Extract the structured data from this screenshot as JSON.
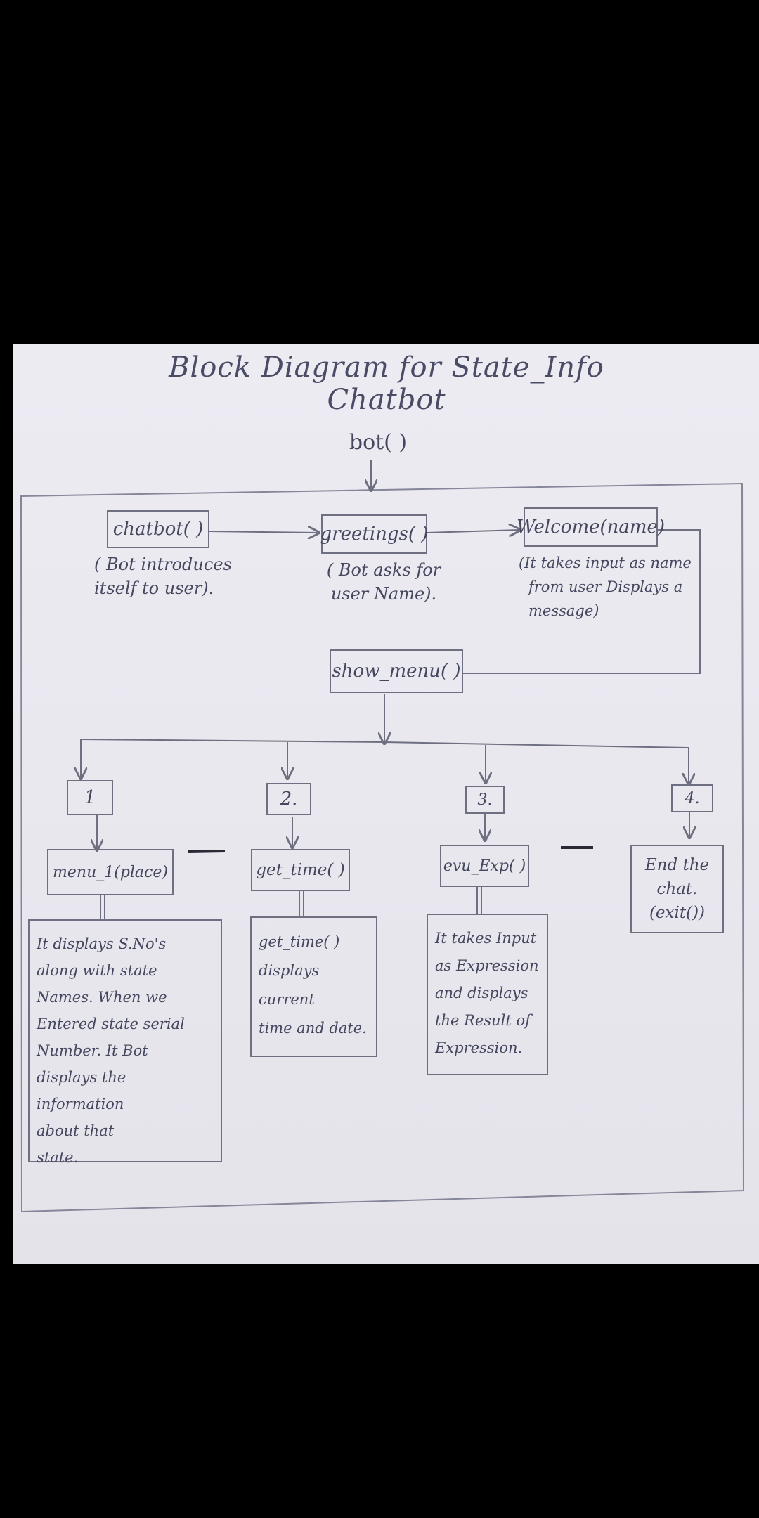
{
  "title": "Block Diagram for State_Info Chatbot",
  "entry": "bot( )",
  "nodes": {
    "chatbot": "chatbot( )",
    "greetings": "greetings( )",
    "welcome": "Welcome(name)",
    "show_menu": "show_menu( )",
    "opt1": "1",
    "opt2": "2.",
    "opt3": "3.",
    "opt4": "4.",
    "menu1": "menu_1(place)",
    "get_time": "get_time( )",
    "evu_exp": "evu_Exp( )",
    "end_chat": [
      "End the",
      "chat.",
      "(exit())"
    ]
  },
  "notes": {
    "chatbot": [
      "( Bot introduces",
      "itself to user)."
    ],
    "greetings": [
      "( Bot asks for",
      "user Name)."
    ],
    "welcome": [
      "(It takes input as name",
      "from user Displays a message)"
    ]
  },
  "descriptions": {
    "menu1": [
      "It displays S.No's",
      "along with state",
      "Names. When we",
      "Entered state serial",
      "Number. It Bot",
      "displays the information",
      "about that",
      "state."
    ],
    "get_time": [
      "get_time( )",
      "displays current",
      "time and date."
    ],
    "evu_exp": [
      "It takes Input",
      "as Expression",
      "and displays",
      "the Result of",
      "Expression."
    ]
  },
  "colors": {
    "paper": "#ebeaf1",
    "ink": "#45475f",
    "lines": "#6e6f80",
    "background": "#000000"
  }
}
